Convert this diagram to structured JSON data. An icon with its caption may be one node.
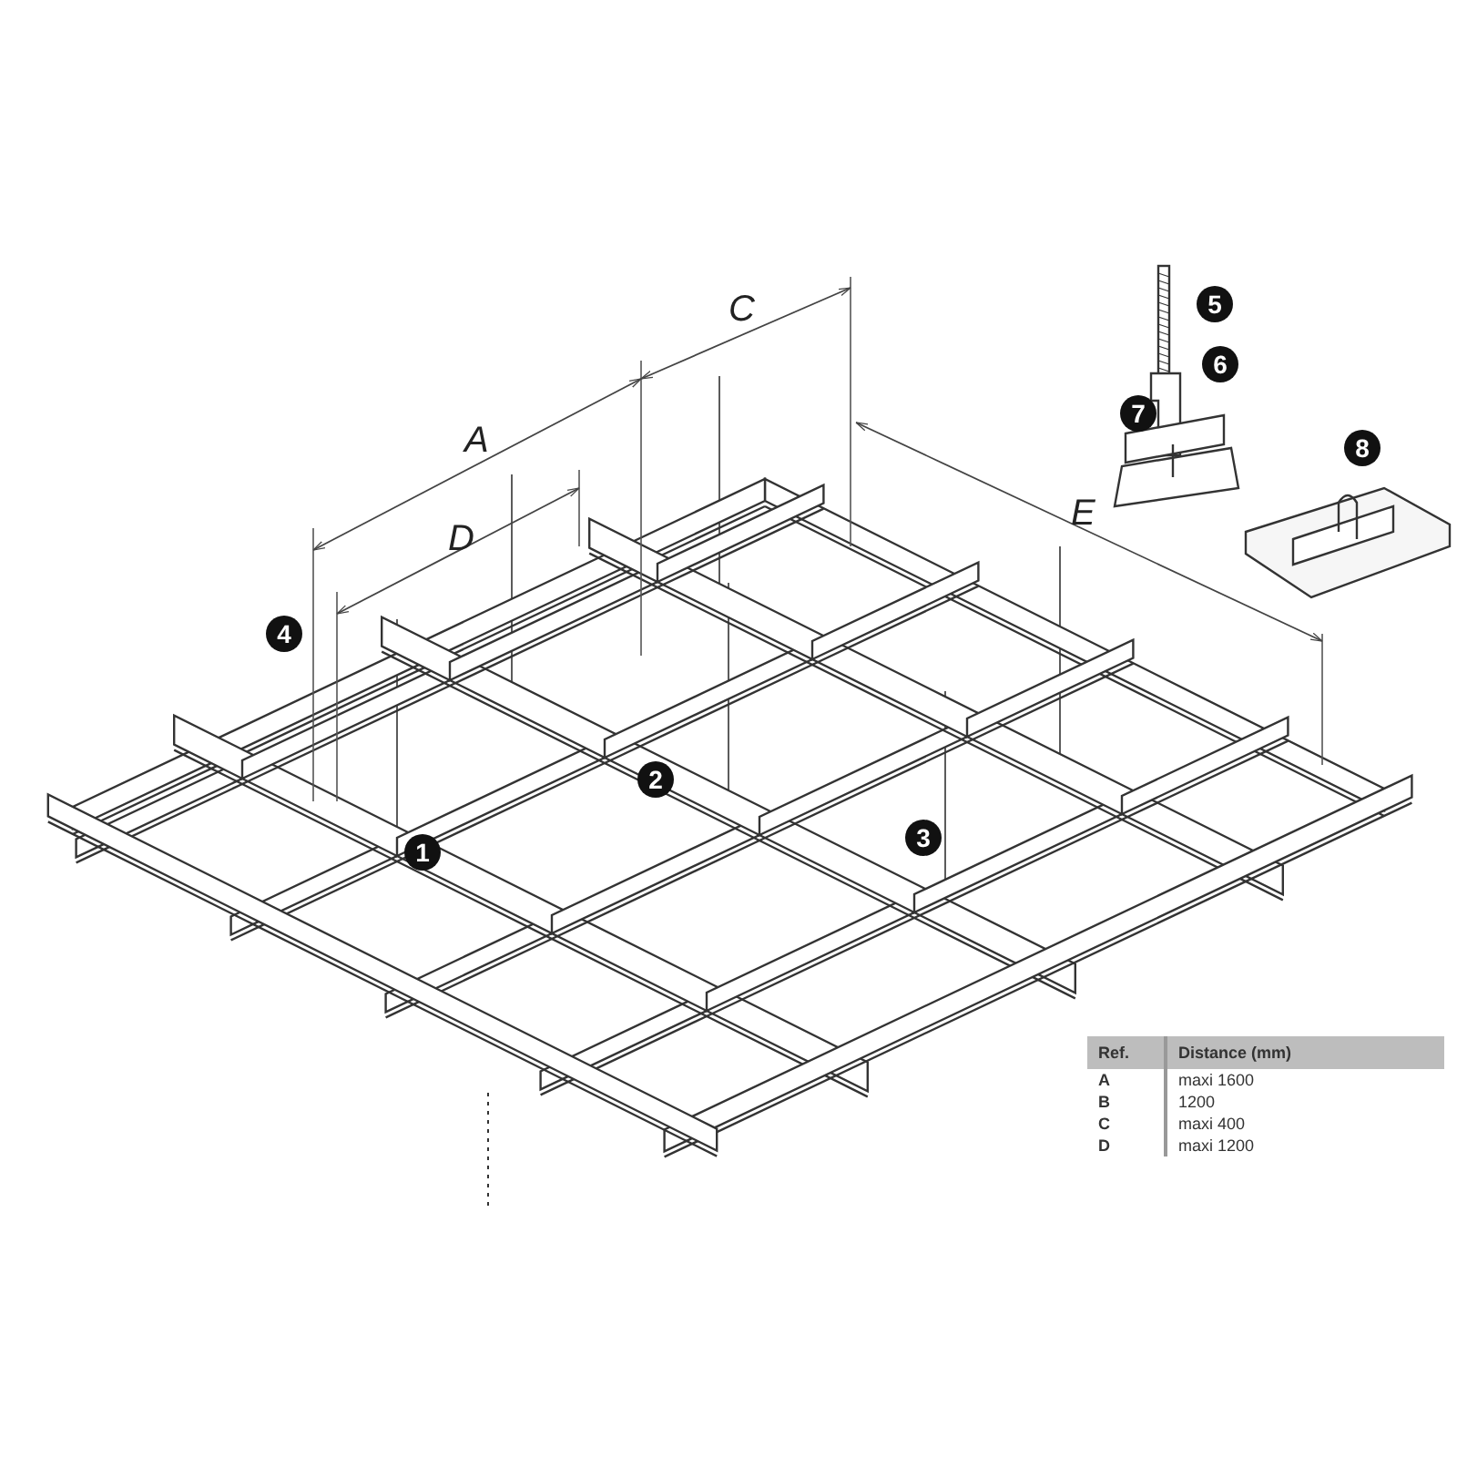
{
  "diagram": {
    "labels": [
      "C",
      "5",
      "6",
      "A",
      "7",
      "E",
      "8",
      "D",
      "4",
      "2",
      "1",
      "3",
      "Ref.",
      "Distance (mm)",
      "A",
      "maxi 1600",
      "B",
      "1200",
      "C",
      "maxi 400",
      "D",
      "maxi 1200"
    ]
  }
}
